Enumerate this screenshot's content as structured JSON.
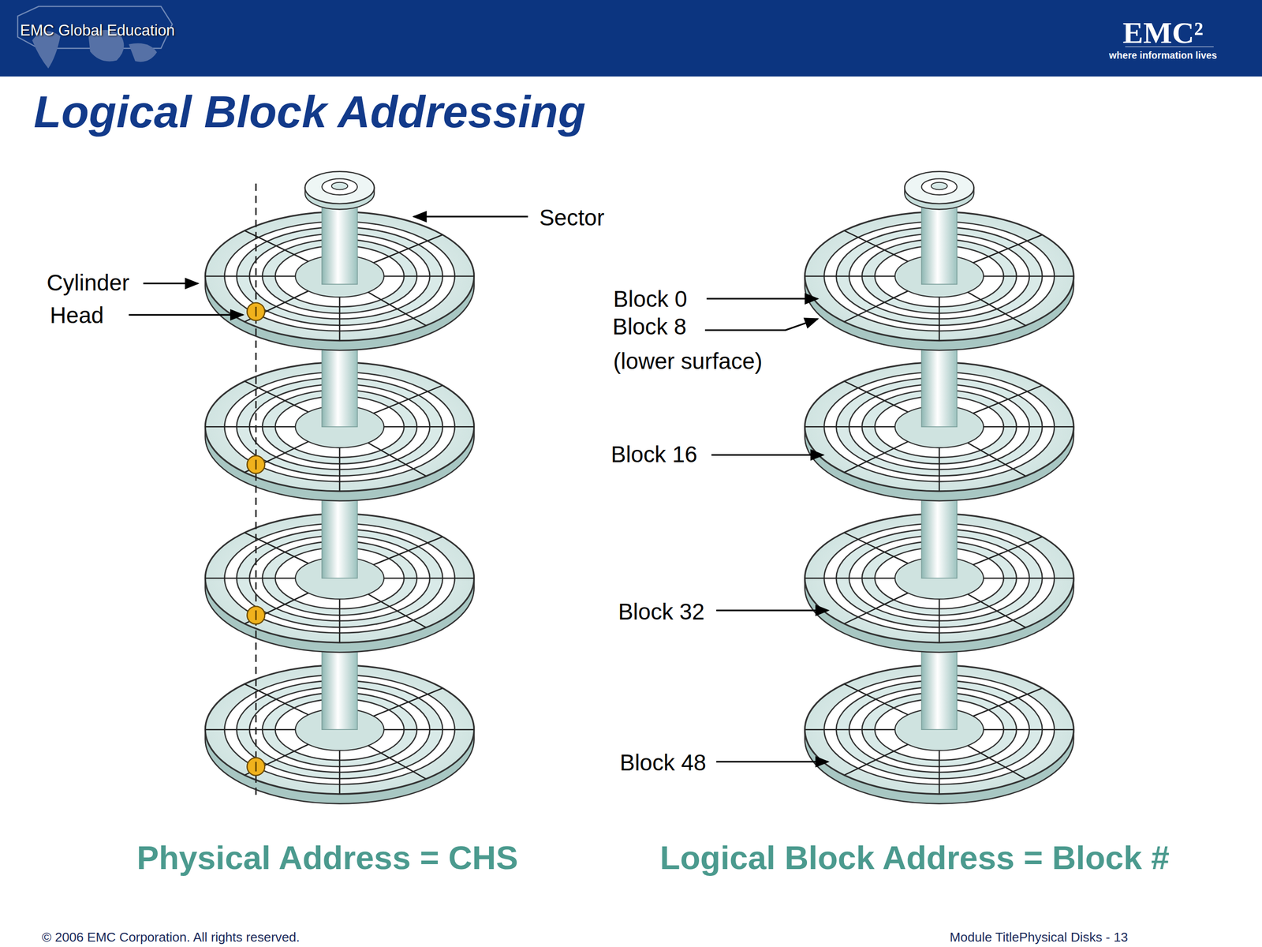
{
  "diagram": {
    "title": "Logical Block Addressing",
    "labels": [
      "EMC Global Education",
      "EMC²",
      "where information lives",
      "Sector",
      "Cylinder",
      "Head",
      "Block 0",
      "Block 8",
      "(lower surface)",
      "Block 16",
      "Block 32",
      "Block 48",
      "Physical Address = CHS",
      "Logical Block Address = Block #",
      "© 2006 EMC Corporation. All rights reserved.",
      "Module TitlePhysical Disks - 13"
    ]
  }
}
